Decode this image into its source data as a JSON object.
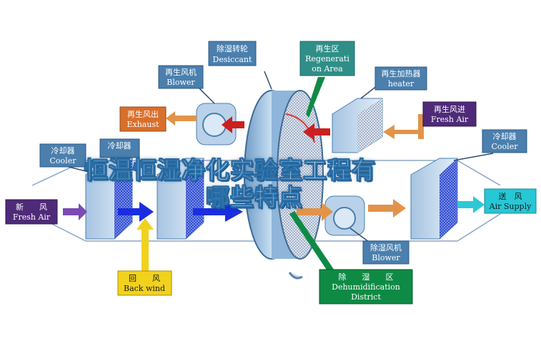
{
  "labels": {
    "desiccant_cn": "除湿转轮",
    "desiccant_en": "Desiccant",
    "regen_area_cn": "再生区",
    "regen_area_en1": "Regenerati",
    "regen_area_en2": "on Area",
    "regen_blower_cn": "再生风机",
    "regen_blower_en": "Blower",
    "regen_heater_cn": "再生加热器",
    "regen_heater_en": "heater",
    "exhaust_cn": "再生风出",
    "exhaust_en": "Exhaust",
    "regen_air_cn": "再生风进",
    "regen_air_en": "Fresh Air",
    "cooler1_cn": "冷却器",
    "cooler1_en": "Cooler",
    "cooler2_cn": "冷却器",
    "cooler3_cn": "冷却器",
    "cooler3_en": "Cooler",
    "fresh_air_cn": "新　　风",
    "fresh_air_en": "Fresh Air",
    "supply_cn": "送　风",
    "supply_en": "Air Supply",
    "back_wind_cn": "回　　风",
    "back_wind_en": "Back wind",
    "dehum_blower_cn": "除湿风机",
    "dehum_blower_en": "Blower",
    "dehum_district_cn": "除　　湿　　区",
    "dehum_district_en1": "Dehumidification",
    "dehum_district_en2": "District"
  },
  "overlay_title": {
    "line1": "恒温恒湿净化实验室工程有",
    "line2": "哪些特点"
  },
  "colors": {
    "label_blue": "#4a7fae",
    "label_orange": "#d96f2c",
    "label_yellow": "#f2d21c",
    "label_cyan": "#27c7d6",
    "label_green": "#0f8a45",
    "label_purple": "#4e2a78",
    "arrow_red": "#cc1f1f",
    "arrow_blue": "#1a2ee0",
    "arrow_orange": "#e2934a",
    "arrow_purple": "#7b4ab3",
    "arrow_cyan": "#2cc8d8",
    "arrow_yellow": "#f0d21e"
  }
}
